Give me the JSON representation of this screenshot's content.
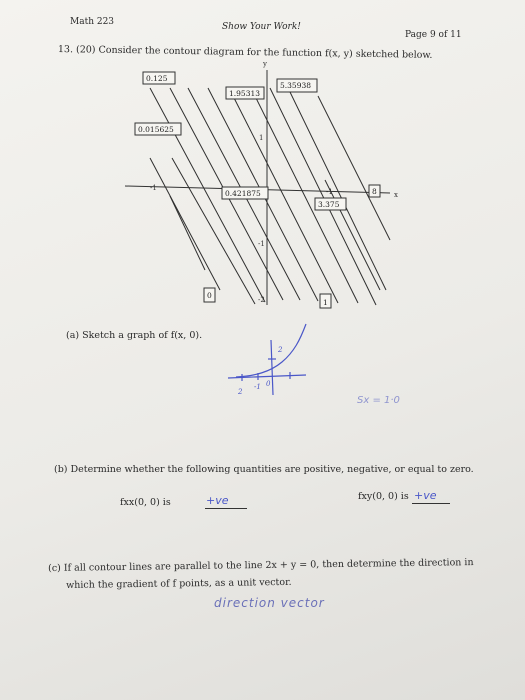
{
  "header": {
    "course": "Math 223",
    "center_note": "Show Your Work!",
    "page_label": "Page 9 of 11"
  },
  "problem": {
    "number": "13. (20)",
    "statement": "Consider the contour diagram for the function f(x, y) sketched below."
  },
  "contour_diagram": {
    "axis_y_label": "y",
    "axis_x_label": "x",
    "tick_labels": [
      "1",
      "-1",
      "-1",
      "-2",
      "-1"
    ],
    "contour_values": [
      "0.125",
      "1.95313",
      "5.35938",
      "0.015625",
      "0.421875",
      "3.375",
      "8",
      "0",
      "1"
    ]
  },
  "part_a": {
    "prompt": "(a) Sketch a graph of f(x, 0).",
    "sketch_labels": [
      "2",
      "2",
      "-1",
      "0"
    ],
    "scribble": "Sx = 1·0"
  },
  "part_b": {
    "prompt": "(b) Determine whether the following quantities are positive, negative, or equal to zero.",
    "item1_label": "fxx(0, 0) is",
    "item1_answer": "+ve",
    "item2_label": "fxy(0, 0) is",
    "item2_answer": "+ve"
  },
  "part_c": {
    "prompt_line1": "(c) If all contour lines are parallel to the line 2x + y = 0, then determine the direction in",
    "prompt_line2": "which the gradient of f points, as a unit vector.",
    "answer": "direction vector"
  },
  "colors": {
    "ink": "#2a2a2a",
    "pen": "#4a57c8"
  }
}
